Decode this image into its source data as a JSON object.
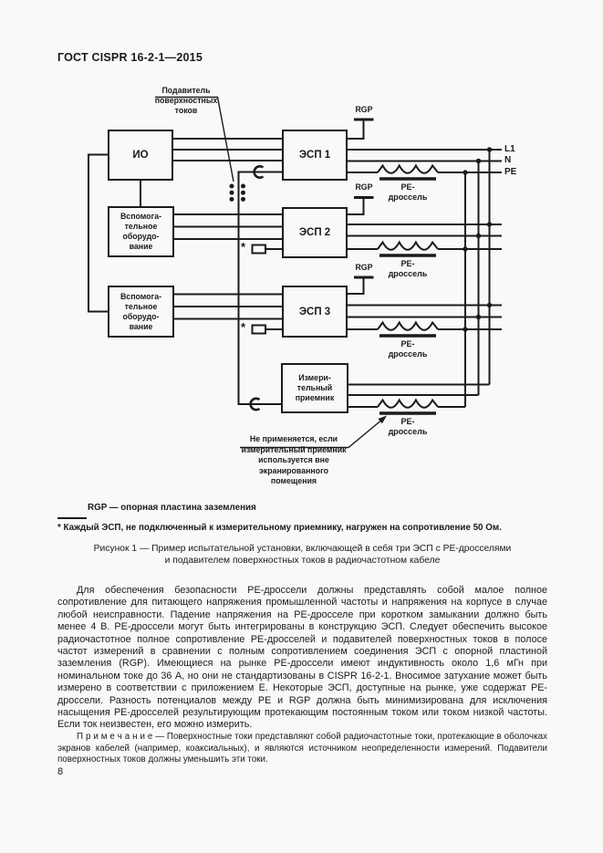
{
  "colors": {
    "ink": "#1b1b1b",
    "page_bg": "#f9f9f9"
  },
  "header": {
    "title": "ГОСТ CISPR 16-2-1—2015"
  },
  "diagram": {
    "boxes": {
      "io": "ИО",
      "aux1": "Вспомога-\nтельное\nоборудо-\nвание",
      "aux2": "Вспомога-\nтельное\nоборудо-\nвание",
      "esp1": "ЭСП 1",
      "esp2": "ЭСП 2",
      "esp3": "ЭСП 3",
      "receiver": "Измери-\nтельный\nприемник"
    },
    "callouts": {
      "suppressor": "Подавитель\nповерхностных\nтоков",
      "receiver_note": "Не применяется, если\nизмерительный приемник\nиспользуется вне\nэкранированного\nпомещения"
    },
    "labels": {
      "rgp": "RGP",
      "l1": "L1",
      "n": "N",
      "pe": "PE",
      "pe_choke": "РЕ-\nдроссель",
      "load_asterisk": "*"
    },
    "legend": "RGP — опорная пластина заземления",
    "footnote": "* Каждый ЭСП, не подключенный к измерительному приемнику, нагружен на сопротивление 50 Ом.",
    "caption": "Рисунок 1 — Пример испытательной установки, включающей в себя три ЭСП с РЕ-дросселями\nи подавителем поверхностных токов в радиочастотном кабеле"
  },
  "body": {
    "paragraph": "Для обеспечения безопасности РЕ-дроссели должны представлять собой малое полное сопротивление для питающего напряжения промышленной частоты и напряжения на корпусе в случае любой неисправности. Падение напряжения на РЕ-дросселе при коротком замыкании должно быть менее 4 В. РЕ-дроссели могут быть интегрированы в конструкцию ЭСП. Следует обеспечить высокое радиочастотное полное сопротивление РЕ-дросселей и подавителей поверхностных токов в полосе частот измерений в сравнении с полным сопротивлением соединения ЭСП с опорной пластиной заземления (RGP). Имеющиеся на рынке РЕ-дроссели имеют индуктивность около 1,6 мГн при номинальном токе до 36 А, но они не стандартизованы в CISPR 16-2-1. Вносимое затухание может быть измерено в соответствии с приложением Е. Некоторые ЭСП, доступные на рынке, уже содержат РЕ-дроссели. Разность потенциалов между РЕ и RGP должна быть минимизирована для исключения насыщения РЕ-дросселей результирующим протекающим постоянным током или током низкой частоты. Если ток неизвестен, его можно измерить.",
    "note": "П р и м е ч а н и е — Поверхностные токи представляют собой радиочастотные токи, протекающие в оболочках экранов кабелей (например, коаксиальных), и являются источником неопределенности измерений. Подавители поверхностных токов должны уменьшить эти токи."
  },
  "footer": {
    "page_number": "8"
  }
}
